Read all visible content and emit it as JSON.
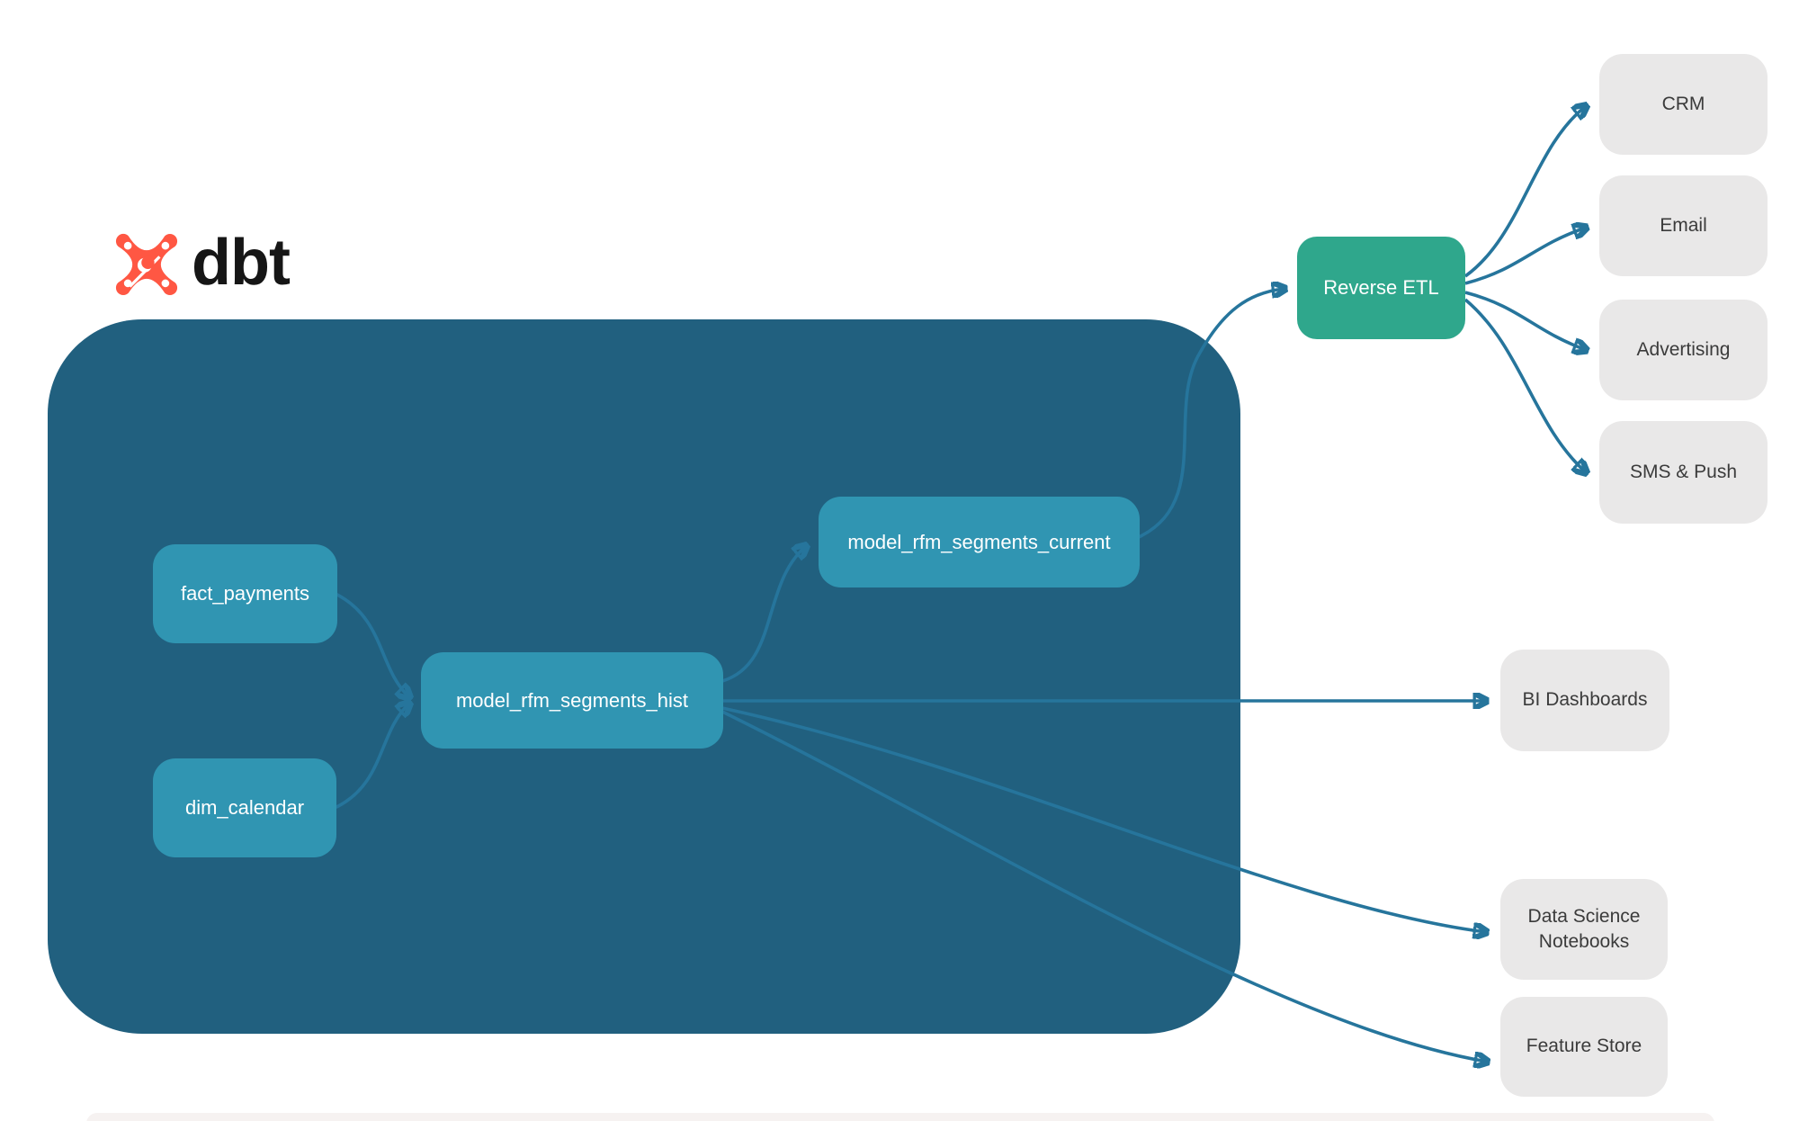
{
  "logo": {
    "text": "dbt",
    "icon_color": "#ff5743",
    "text_color": "#161616"
  },
  "colors": {
    "warehouse_container": "#21607f",
    "model_node": "#3095b2",
    "reverse_etl_node": "#2fa78c",
    "destination_node": "#e9e8e8",
    "destination_text": "#3b3b3b",
    "edge": "#26759c",
    "node_text": "#ffffff",
    "bottom_strip": "#f6f2f1"
  },
  "nodes": {
    "fact_payments": "fact_payments",
    "dim_calendar": "dim_calendar",
    "model_rfm_segments_hist": "model_rfm_segments_hist",
    "model_rfm_segments_current": "model_rfm_segments_current",
    "reverse_etl": "Reverse ETL",
    "crm": "CRM",
    "email": "Email",
    "advertising": "Advertising",
    "sms_push": "SMS & Push",
    "bi_dashboards": "BI Dashboards",
    "data_science_notebooks": "Data Science Notebooks",
    "feature_store": "Feature Store"
  },
  "edges": [
    {
      "from": "fact_payments",
      "to": "model_rfm_segments_hist"
    },
    {
      "from": "dim_calendar",
      "to": "model_rfm_segments_hist"
    },
    {
      "from": "model_rfm_segments_hist",
      "to": "model_rfm_segments_current"
    },
    {
      "from": "model_rfm_segments_hist",
      "to": "BI Dashboards"
    },
    {
      "from": "model_rfm_segments_hist",
      "to": "Data Science Notebooks"
    },
    {
      "from": "model_rfm_segments_hist",
      "to": "Feature Store"
    },
    {
      "from": "model_rfm_segments_current",
      "to": "Reverse ETL"
    },
    {
      "from": "Reverse ETL",
      "to": "CRM"
    },
    {
      "from": "Reverse ETL",
      "to": "Email"
    },
    {
      "from": "Reverse ETL",
      "to": "Advertising"
    },
    {
      "from": "Reverse ETL",
      "to": "SMS & Push"
    }
  ]
}
